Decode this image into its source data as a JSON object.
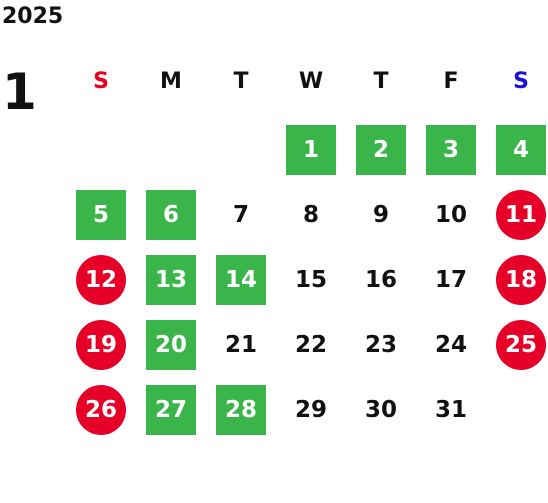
{
  "year": "2025",
  "month": "1",
  "weekdays": [
    "S",
    "M",
    "T",
    "W",
    "T",
    "F",
    "S"
  ],
  "colors": {
    "sunday_header": "#e8001c",
    "saturday_header": "#1a10d6",
    "highlight_green": "#3ab54a",
    "holiday_red": "#e60027"
  },
  "first_weekday_index": 3,
  "days": [
    {
      "n": "1",
      "style": "green"
    },
    {
      "n": "2",
      "style": "green"
    },
    {
      "n": "3",
      "style": "green"
    },
    {
      "n": "4",
      "style": "green"
    },
    {
      "n": "5",
      "style": "green"
    },
    {
      "n": "6",
      "style": "green"
    },
    {
      "n": "7",
      "style": "plain"
    },
    {
      "n": "8",
      "style": "plain"
    },
    {
      "n": "9",
      "style": "plain"
    },
    {
      "n": "10",
      "style": "plain"
    },
    {
      "n": "11",
      "style": "red"
    },
    {
      "n": "12",
      "style": "red"
    },
    {
      "n": "13",
      "style": "green"
    },
    {
      "n": "14",
      "style": "green"
    },
    {
      "n": "15",
      "style": "plain"
    },
    {
      "n": "16",
      "style": "plain"
    },
    {
      "n": "17",
      "style": "plain"
    },
    {
      "n": "18",
      "style": "red"
    },
    {
      "n": "19",
      "style": "red"
    },
    {
      "n": "20",
      "style": "green"
    },
    {
      "n": "21",
      "style": "plain"
    },
    {
      "n": "22",
      "style": "plain"
    },
    {
      "n": "23",
      "style": "plain"
    },
    {
      "n": "24",
      "style": "plain"
    },
    {
      "n": "25",
      "style": "red"
    },
    {
      "n": "26",
      "style": "red"
    },
    {
      "n": "27",
      "style": "green"
    },
    {
      "n": "28",
      "style": "green"
    },
    {
      "n": "29",
      "style": "plain"
    },
    {
      "n": "30",
      "style": "plain"
    },
    {
      "n": "31",
      "style": "plain"
    }
  ]
}
